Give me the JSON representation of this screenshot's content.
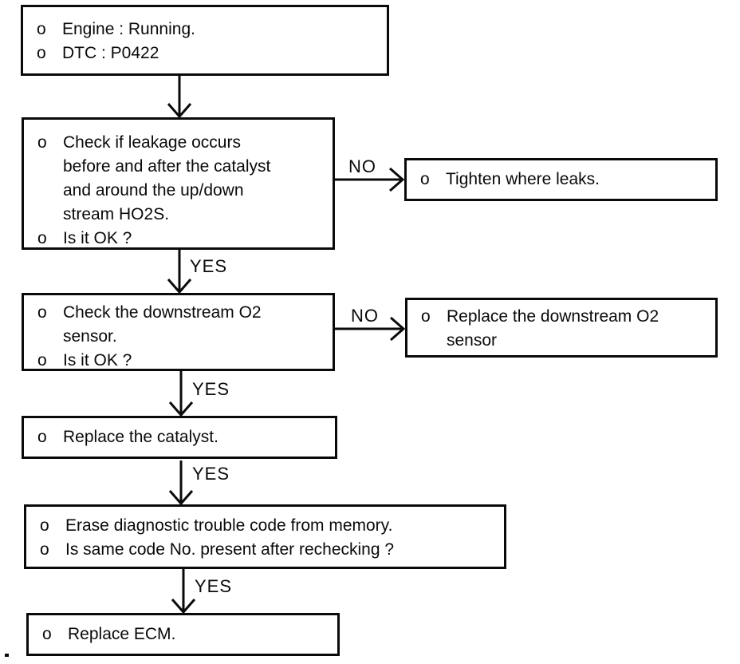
{
  "flowchart": {
    "bullet_char": "o",
    "yes_label": "YES",
    "no_label": "NO",
    "nodes": {
      "start": {
        "items": [
          "Engine : Running.",
          "DTC : P0422"
        ]
      },
      "check_leakage": {
        "items": [
          "Check if leakage occurs\nbefore and after the catalyst\nand around the up/down\nstream HO2S.",
          "Is it OK ?"
        ]
      },
      "tighten": {
        "items": [
          "Tighten where leaks."
        ]
      },
      "check_o2": {
        "items": [
          "Check the downstream O2\nsensor.",
          "Is it OK ?"
        ]
      },
      "replace_o2": {
        "items": [
          "Replace the downstream O2\nsensor"
        ]
      },
      "replace_catalyst": {
        "items": [
          "Replace the catalyst."
        ]
      },
      "erase_dtc": {
        "items": [
          "Erase diagnostic trouble code from memory.",
          "Is same code No. present after rechecking ?"
        ]
      },
      "replace_ecm": {
        "items": [
          "Replace ECM."
        ]
      }
    }
  }
}
